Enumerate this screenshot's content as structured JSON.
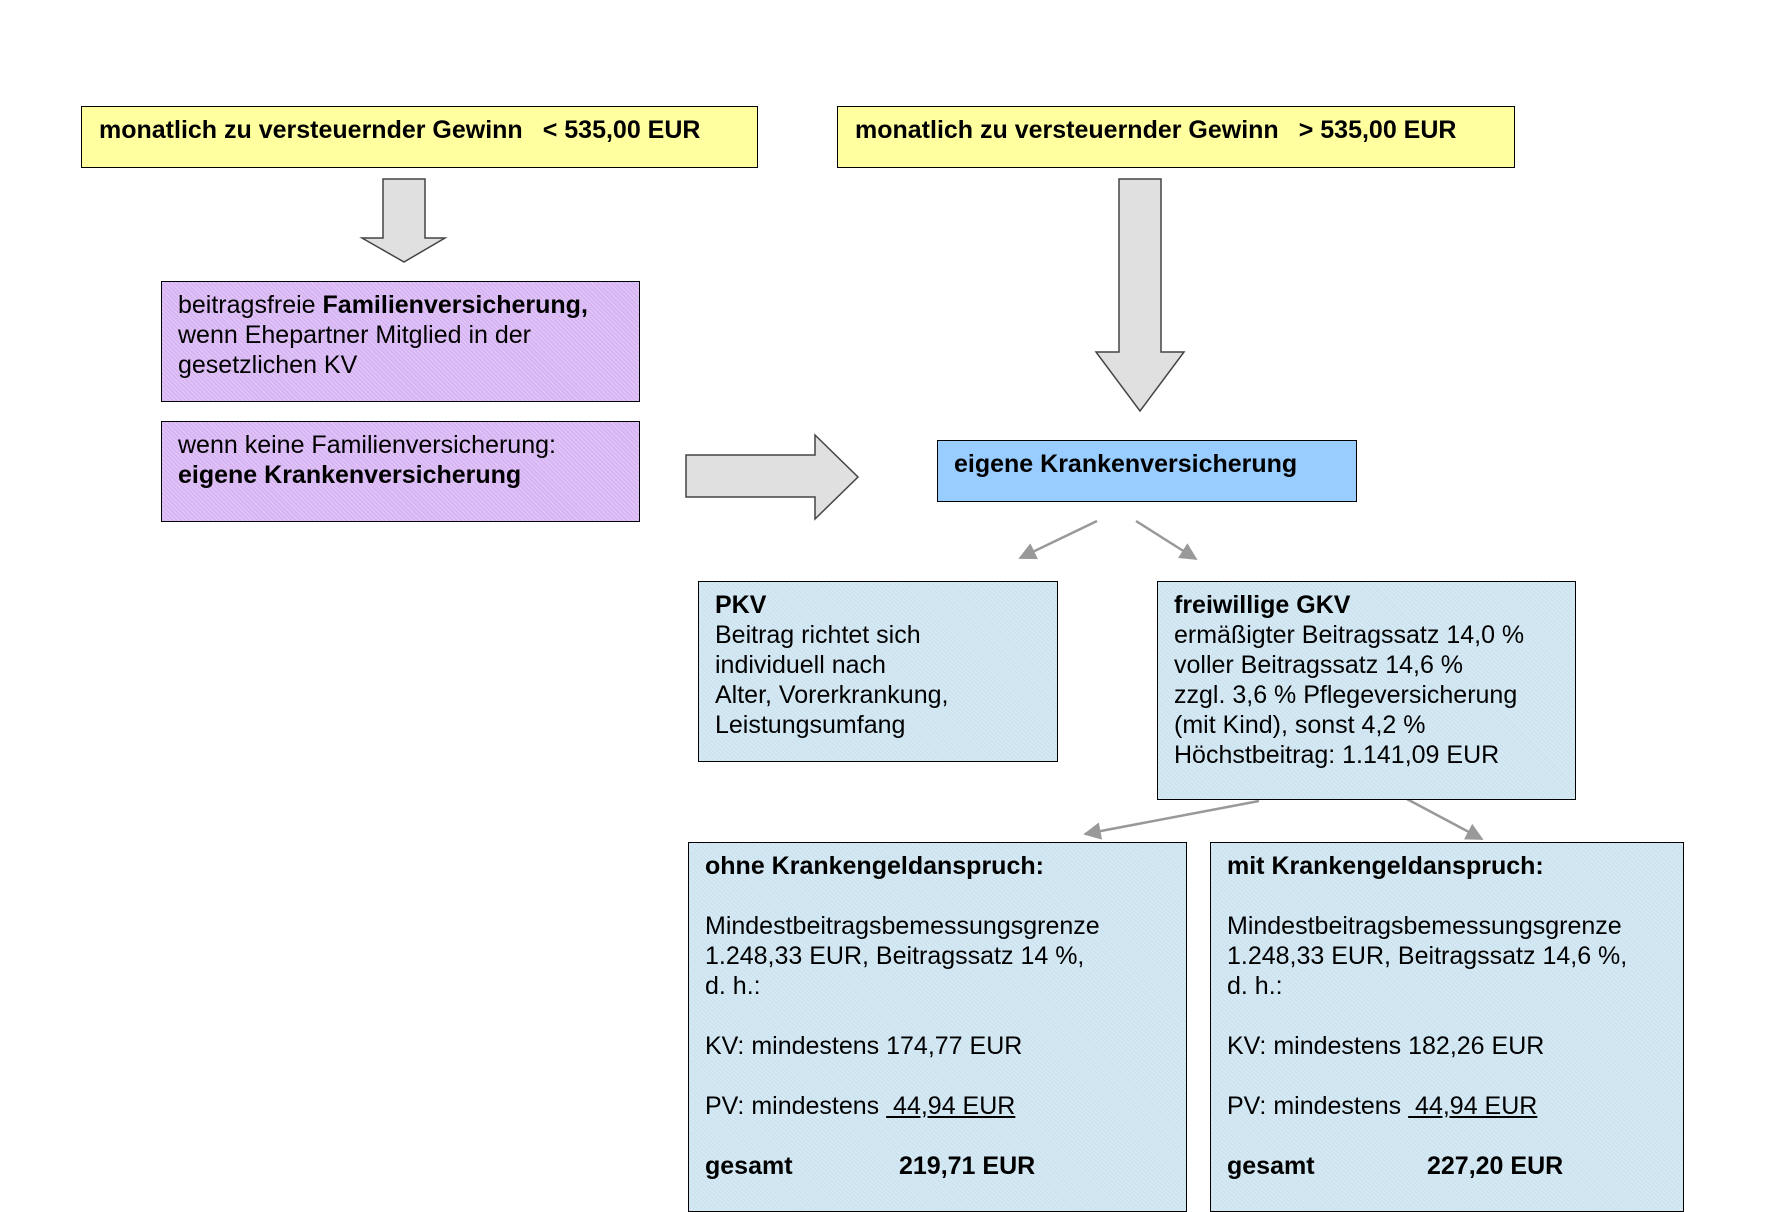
{
  "colors": {
    "yellow": "#ffffa0",
    "purple": "#d7b4f4",
    "blue": "#99ccff",
    "light_blue": "#cce3f0",
    "arrow_fill": "#e0e0e0",
    "connector": "#999999"
  },
  "top_left": {
    "label": "monatlich zu versteuernder Gewinn",
    "value": "< 535,00 EUR"
  },
  "top_right": {
    "label": "monatlich zu versteuernder Gewinn",
    "value": "> 535,00 EUR"
  },
  "family": {
    "prefix": "beitragsfreie ",
    "bold": "Familienversicherung,",
    "line2": "wenn Ehepartner Mitglied in der",
    "line3": "gesetzlichen KV"
  },
  "no_family": {
    "line1": "wenn keine Familienversicherung:",
    "line2": "eigene Krankenversicherung"
  },
  "own_insurance": {
    "label": "eigene Krankenversicherung"
  },
  "pkv": {
    "title": "PKV",
    "lines": [
      "Beitrag richtet sich",
      "individuell nach",
      "Alter, Vorerkrankung,",
      "Leistungsumfang"
    ]
  },
  "gkv": {
    "title": "freiwillige GKV",
    "lines": [
      "ermäßigter Beitragssatz 14,0 %",
      "voller Beitragssatz 14,6 %",
      "zzgl. 3,6 % Pflegeversicherung",
      "(mit Kind), sonst 4,2 %",
      "Höchstbeitrag: 1.141,09 EUR"
    ]
  },
  "without_sick_pay": {
    "title": "ohne Krankengeldanspruch:",
    "line1": "Mindestbeitragsbemessungsgrenze",
    "line2": "1.248,33 EUR, Beitragssatz 14 %,",
    "line3": "d. h.:",
    "kv_label": "KV: mindestens ",
    "kv_value": "174,77 EUR",
    "pv_label": "PV: mindestens ",
    "pv_value": " 44,94 EUR",
    "total_label": "gesamt",
    "total_value": "219,71 EUR"
  },
  "with_sick_pay": {
    "title": "mit Krankengeldanspruch:",
    "line1": "Mindestbeitragsbemessungsgrenze",
    "line2": "1.248,33 EUR, Beitragssatz 14,6 %,",
    "line3": "d. h.:",
    "kv_label": "KV: mindestens ",
    "kv_value": "182,26 EUR",
    "pv_label": "PV: mindestens ",
    "pv_value": " 44,94 EUR",
    "total_label": "gesamt",
    "total_value": "227,20 EUR"
  }
}
